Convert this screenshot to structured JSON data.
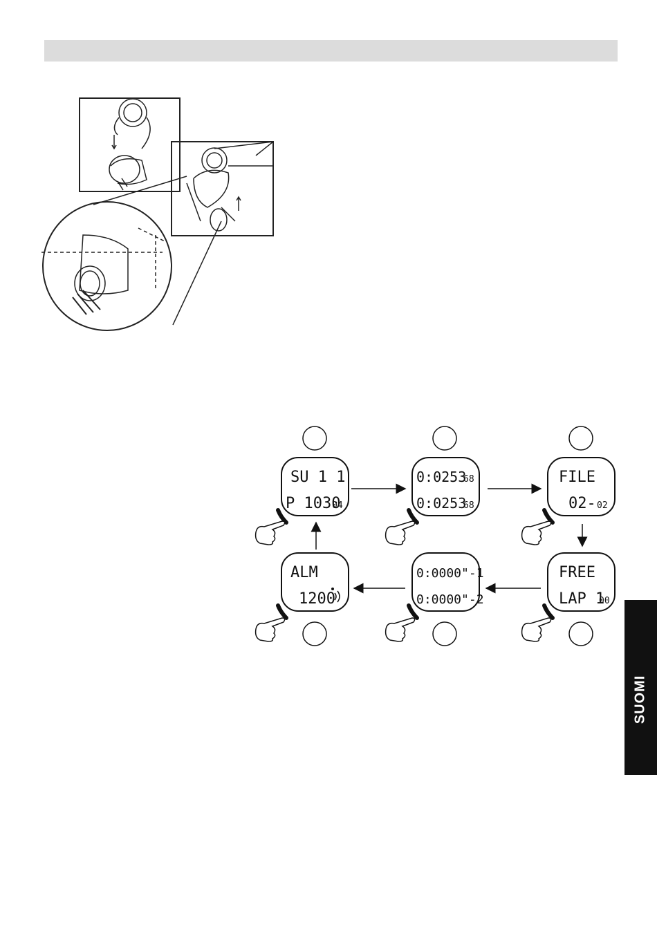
{
  "language_tab": {
    "label": "SUOMI"
  },
  "displays": [
    {
      "id": "d1",
      "line1": "SU  1 1",
      "line2": "P 1030",
      "line2_small": "04"
    },
    {
      "id": "d2",
      "line1": "0:0253",
      "line1_small": "68",
      "line2": "0:0253",
      "line2_small": "68"
    },
    {
      "id": "d3",
      "line1": "FILE",
      "line2": "02-",
      "line2_small": "02"
    },
    {
      "id": "d4",
      "line1": "FREE",
      "line2": "LAP 1",
      "line2_small": "00"
    },
    {
      "id": "d5",
      "line1": "0:0000\"-1",
      "line2": "0:0000\"-2"
    },
    {
      "id": "d6",
      "line1": "ALM",
      "line2": "1200"
    }
  ],
  "colors": {
    "header_bar": "#dcdcdc",
    "tab": "#111111",
    "tab_text": "#ffffff"
  }
}
